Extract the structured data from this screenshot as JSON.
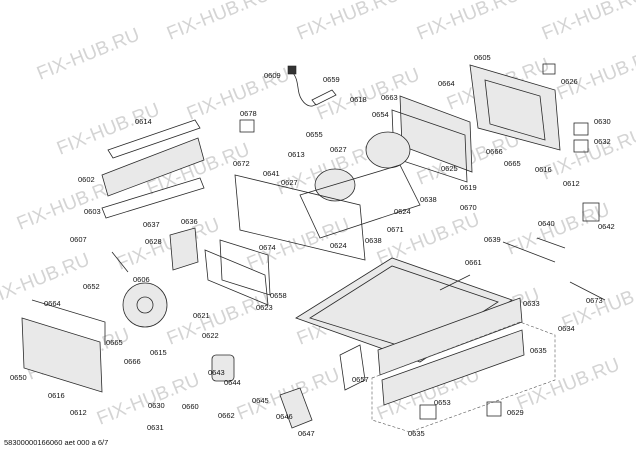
{
  "diagram": {
    "watermark": "FIX-HUB.RU",
    "footer": "58300000166060 aet 000 a 6/7",
    "labels": [
      "0602",
      "0603",
      "0605",
      "0606",
      "0607",
      "0609",
      "0612",
      "0613",
      "0614",
      "0615",
      "0616",
      "0618",
      "0619",
      "0621",
      "0622",
      "0623",
      "0624",
      "0625",
      "0626",
      "0627",
      "0628",
      "0629",
      "0630",
      "0631",
      "0632",
      "0633",
      "0634",
      "0635",
      "0636",
      "0637",
      "0638",
      "0639",
      "0640",
      "0641",
      "0642",
      "0643",
      "0644",
      "0645",
      "0646",
      "0647",
      "0650",
      "0652",
      "0653",
      "0654",
      "0655",
      "0657",
      "0658",
      "0659",
      "0660",
      "0661",
      "0662",
      "0663",
      "0664",
      "0665",
      "0666",
      "0670",
      "0671",
      "0672",
      "0673",
      "0674",
      "0678"
    ]
  }
}
